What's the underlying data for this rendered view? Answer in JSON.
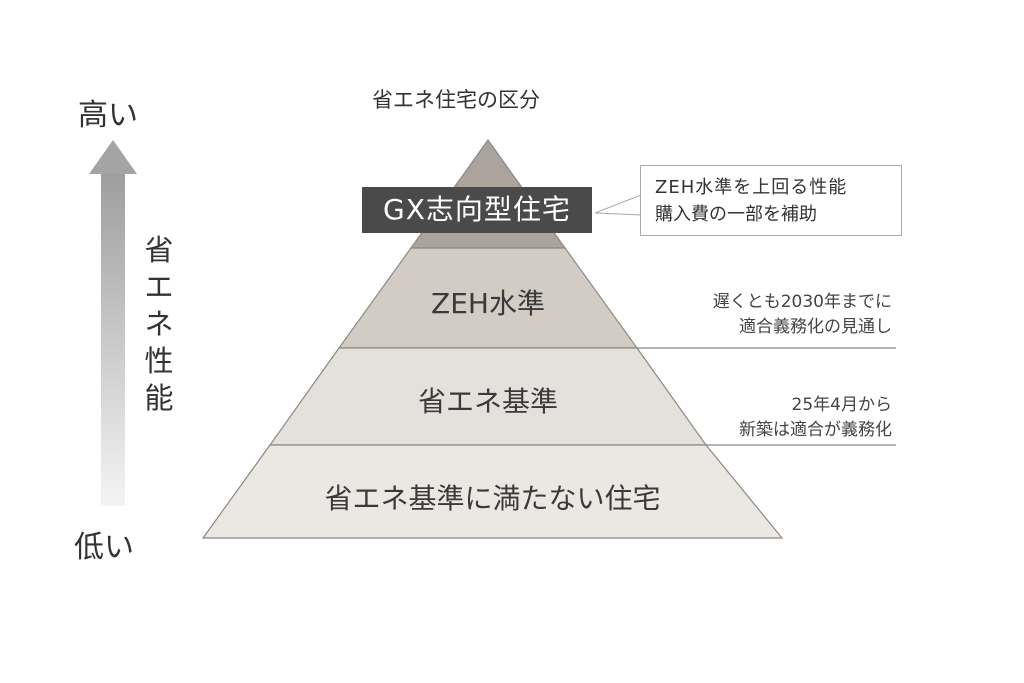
{
  "title": "省エネ住宅の区分",
  "axis": {
    "high": "高い",
    "low": "低い",
    "label": "省エネ性能"
  },
  "layers": {
    "gx": "GX志向型住宅",
    "zeh": "ZEH水準",
    "standard": "省エネ基準",
    "below": "省エネ基準に満たない住宅"
  },
  "notes": {
    "gx": [
      "ZEH水準を上回る性能",
      "購入費の一部を補助"
    ],
    "zeh": [
      "遅くとも2030年までに",
      "適合義務化の見通し"
    ],
    "standard": [
      "25年4月から",
      "新築は適合が義務化"
    ]
  },
  "colors": {
    "gx_box": "#4a4a4a",
    "top": "#aaa49c",
    "zeh": "#d2ccc5",
    "standard": "#e4e1dc",
    "below": "#ebe8e3"
  }
}
